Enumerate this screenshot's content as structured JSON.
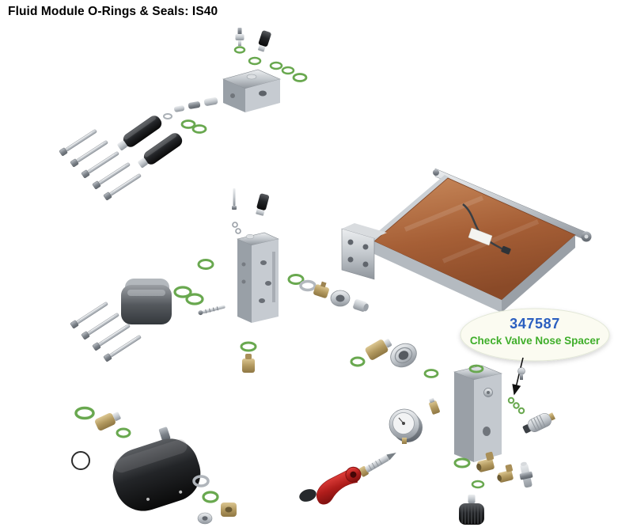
{
  "page": {
    "title": "Fluid Module O-Rings & Seals: IS40"
  },
  "callout": {
    "part_number": "347587",
    "part_name": "Check Valve Nose Spacer"
  },
  "colors": {
    "background": "#ffffff",
    "title_text": "#000000",
    "part_number_blue": "#2b5fc0",
    "part_name_green": "#3fae2a",
    "oring_green": "#69a84f",
    "copper_plate": "#b4714a",
    "metal_gray": "#aeb4ba",
    "brass": "#bba36c",
    "black_component": "#141414",
    "red_handle": "#c5201f"
  }
}
